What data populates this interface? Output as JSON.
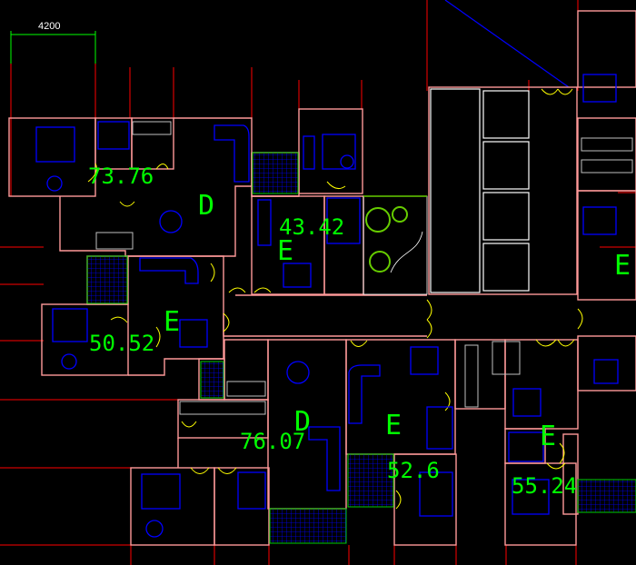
{
  "dimension": {
    "value": "4200"
  },
  "areas": [
    {
      "id": "area-7376",
      "text": "73.76"
    },
    {
      "id": "area-4342",
      "text": "43.42"
    },
    {
      "id": "area-5052",
      "text": "50.52"
    },
    {
      "id": "area-7607",
      "text": "76.07"
    },
    {
      "id": "area-526",
      "text": "52.6"
    },
    {
      "id": "area-5524",
      "text": "55.24"
    }
  ],
  "unit_types": [
    {
      "id": "type-d-1",
      "text": "D"
    },
    {
      "id": "type-e-1",
      "text": "E"
    },
    {
      "id": "type-e-2",
      "text": "E"
    },
    {
      "id": "type-d-2",
      "text": "D"
    },
    {
      "id": "type-e-3",
      "text": "E"
    },
    {
      "id": "type-e-4",
      "text": "E"
    },
    {
      "id": "type-e-5",
      "text": "E"
    }
  ],
  "colors": {
    "background": "#000000",
    "grid_red": "#ff0000",
    "wall_white": "#ffffff",
    "wall_pink": "#ff9999",
    "furniture_blue": "#0000ff",
    "label_green": "#00ff00",
    "door_yellow": "#ffff00",
    "tree_green": "#66cc00",
    "grey": "#c0c0c0"
  }
}
